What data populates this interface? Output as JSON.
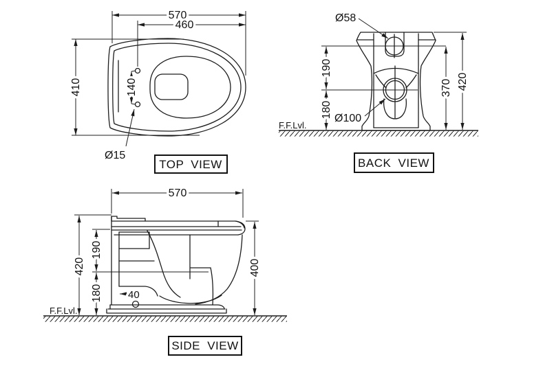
{
  "meta": {
    "background_color": "#ffffff",
    "line_color": "#1c1c1c",
    "drawing_type": "toilet sanitaryware dimensional drawing"
  },
  "top_view": {
    "label": "TOP VIEW",
    "width": "570",
    "seat_length": "460",
    "overall_depth": "410",
    "hinge_hole_spacing": "140",
    "hinge_hole_dia": "Ø15"
  },
  "back_view": {
    "label": "BACK VIEW",
    "inlet_dia": "Ø58",
    "inlet_to_outlet": "190",
    "outlet_height": "180",
    "inlet_height": "370",
    "overall_height": "420",
    "outlet_dia": "Ø100",
    "floor_level": "F.F.Lvl."
  },
  "side_view": {
    "label": "SIDE VIEW",
    "depth": "570",
    "overall_height": "420",
    "upper_offset": "190",
    "lower_offset": "180",
    "bolt_offset": "40",
    "rim_height": "400",
    "floor_level": "F.F.Lvl."
  }
}
